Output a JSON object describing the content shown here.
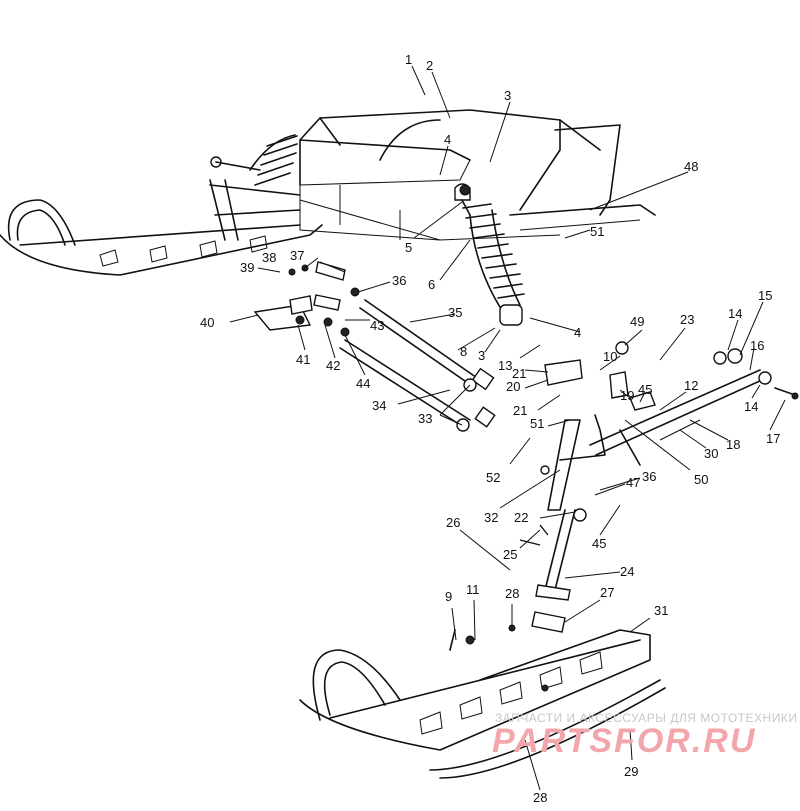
{
  "callouts": [
    "1",
    "2",
    "3",
    "4",
    "5",
    "6",
    "48",
    "51",
    "38",
    "37",
    "39",
    "36",
    "40",
    "43",
    "35",
    "41",
    "42",
    "44",
    "34",
    "33",
    "8",
    "3",
    "13",
    "4",
    "21",
    "20",
    "10",
    "49",
    "23",
    "15",
    "14",
    "16",
    "19",
    "45",
    "12",
    "14",
    "17",
    "18",
    "30",
    "21",
    "51",
    "52",
    "50",
    "36",
    "47",
    "32",
    "22",
    "45",
    "26",
    "25",
    "24",
    "9",
    "11",
    "28",
    "27",
    "31",
    "29",
    "28"
  ],
  "watermark": {
    "line1": "ЗАПЧАСТИ И АКСЕССУАРЫ ДЛЯ МОТОТЕХНИКИ",
    "line2": "PARTSFOR.RU"
  },
  "colors": {
    "ink": "#111111",
    "watermark_gray": "#c8c8c8",
    "watermark_pink": "#f2a6ac"
  }
}
